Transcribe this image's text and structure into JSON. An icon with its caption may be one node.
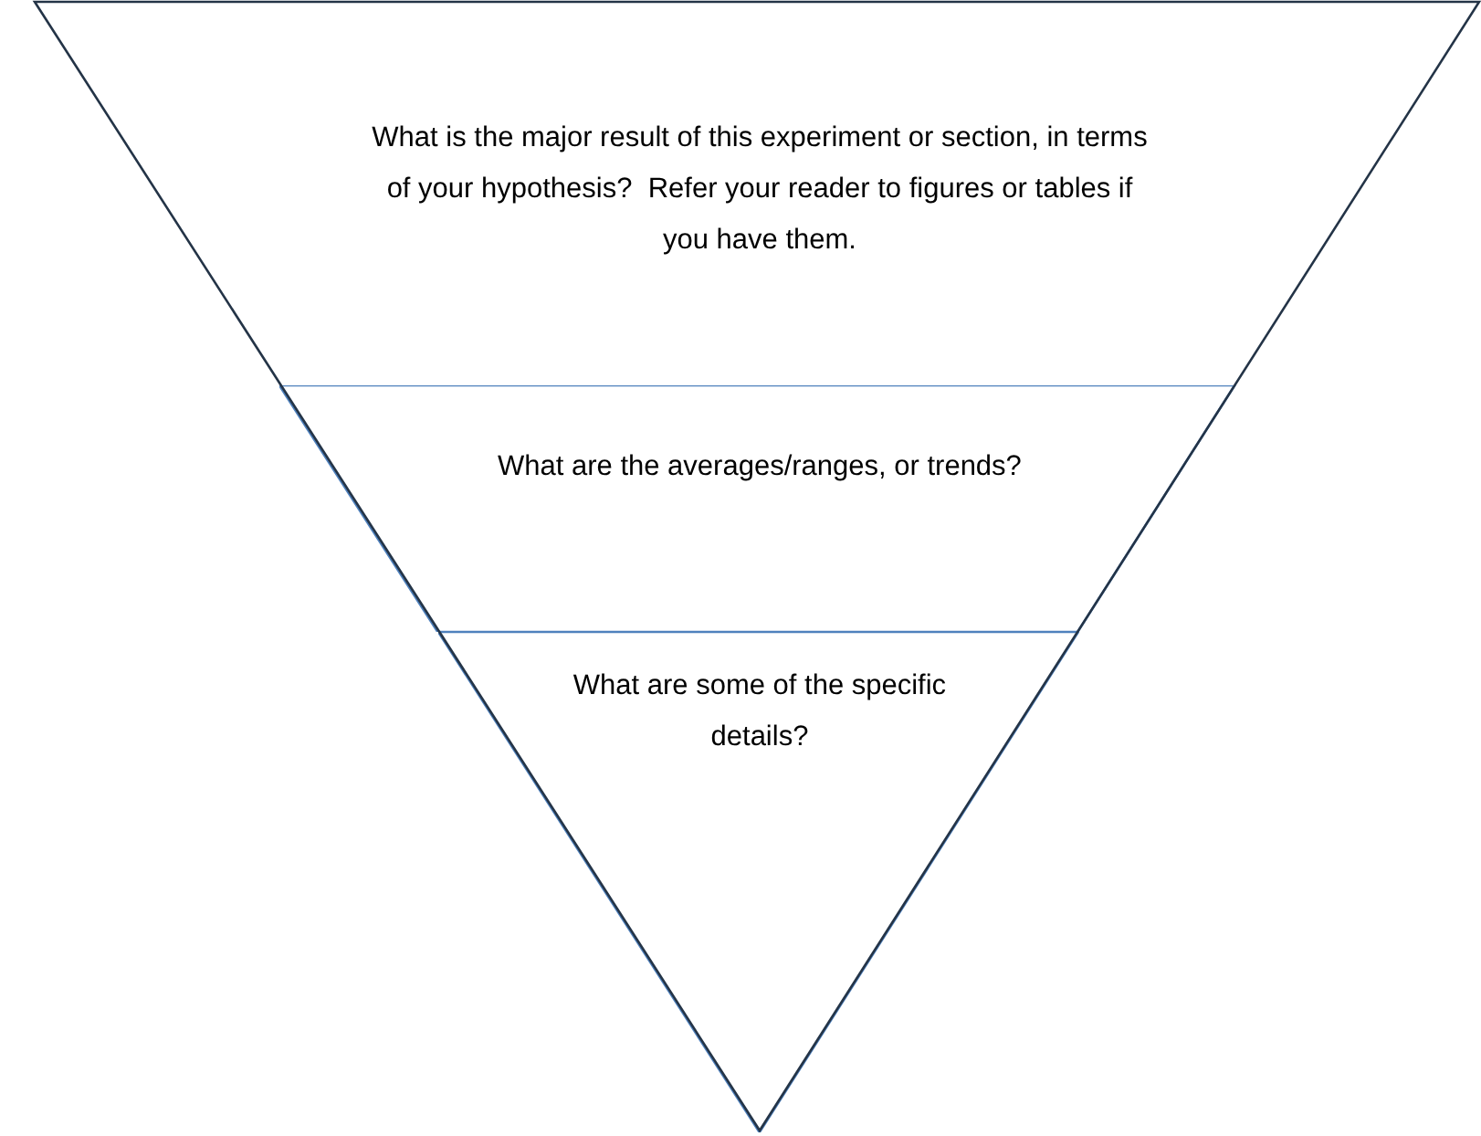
{
  "diagram": {
    "nodes": [
      {
        "text": [
          "What is the major result of this experiment or section, in terms of your hypothesis?  Refer your reader to figures or tables if you have them."
        ]
      },
      {
        "text": [
          "What are the averages/ranges, or trends?"
        ]
      },
      {
        "text": [
          "What are some of the specific details?"
        ]
      }
    ]
  }
}
